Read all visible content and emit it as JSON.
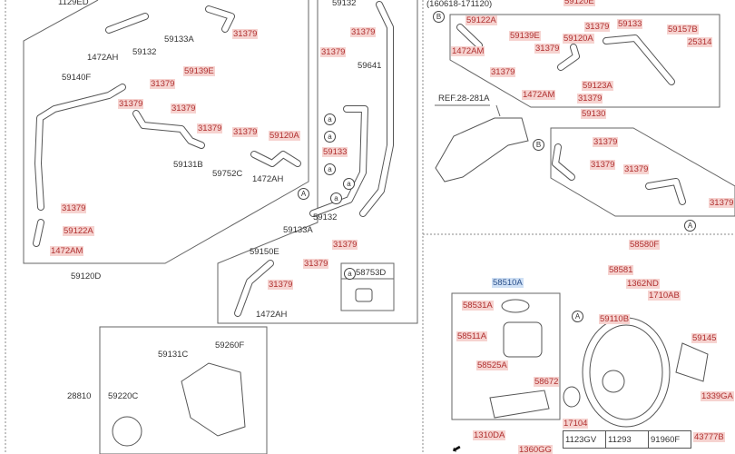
{
  "diagram": {
    "header_note": "(160618-171120)",
    "reference": "REF.28-281A",
    "colors": {
      "part_highlight": "#f6d3d0",
      "part_text": "#b03030",
      "selected_highlight": "#cfe0f5",
      "line": "#555555"
    },
    "labels": [
      {
        "text": "1129ED",
        "style": "gray"
      },
      {
        "text": "1472AH",
        "style": "gray"
      },
      {
        "text": "59133A",
        "style": "gray"
      },
      {
        "text": "31379",
        "style": "red"
      },
      {
        "text": "59132",
        "style": "gray"
      },
      {
        "text": "59139E",
        "style": "red"
      },
      {
        "text": "31379",
        "style": "red"
      },
      {
        "text": "59140F",
        "style": "gray"
      },
      {
        "text": "31379",
        "style": "red"
      },
      {
        "text": "31379",
        "style": "red"
      },
      {
        "text": "31379",
        "style": "red"
      },
      {
        "text": "31379",
        "style": "red"
      },
      {
        "text": "59120A",
        "style": "red"
      },
      {
        "text": "59131B",
        "style": "gray"
      },
      {
        "text": "59752C",
        "style": "gray"
      },
      {
        "text": "1472AH",
        "style": "gray"
      },
      {
        "text": "31379",
        "style": "red"
      },
      {
        "text": "59122A",
        "style": "red"
      },
      {
        "text": "1472AM",
        "style": "red"
      },
      {
        "text": "59120D",
        "style": "gray"
      },
      {
        "text": "59132",
        "style": "gray"
      },
      {
        "text": "31379",
        "style": "red"
      },
      {
        "text": "31379",
        "style": "red"
      },
      {
        "text": "59641",
        "style": "gray"
      },
      {
        "text": "59133",
        "style": "red"
      },
      {
        "text": "59132",
        "style": "gray"
      },
      {
        "text": "59133A",
        "style": "gray"
      },
      {
        "text": "31379",
        "style": "red"
      },
      {
        "text": "59150E",
        "style": "gray"
      },
      {
        "text": "31379",
        "style": "red"
      },
      {
        "text": "31379",
        "style": "red"
      },
      {
        "text": "58753D",
        "style": "gray"
      },
      {
        "text": "1472AH",
        "style": "gray"
      },
      {
        "text": "59131C",
        "style": "gray"
      },
      {
        "text": "59260F",
        "style": "gray"
      },
      {
        "text": "28810",
        "style": "gray"
      },
      {
        "text": "59220C",
        "style": "gray"
      },
      {
        "text": "59120E",
        "style": "red"
      },
      {
        "text": "59122A",
        "style": "red"
      },
      {
        "text": "59139E",
        "style": "red"
      },
      {
        "text": "31379",
        "style": "red"
      },
      {
        "text": "59120A",
        "style": "red"
      },
      {
        "text": "31379",
        "style": "red"
      },
      {
        "text": "59133",
        "style": "red"
      },
      {
        "text": "59157B",
        "style": "red"
      },
      {
        "text": "25314",
        "style": "red"
      },
      {
        "text": "1472AM",
        "style": "red"
      },
      {
        "text": "31379",
        "style": "red"
      },
      {
        "text": "59123A",
        "style": "red"
      },
      {
        "text": "1472AM",
        "style": "red"
      },
      {
        "text": "31379",
        "style": "red"
      },
      {
        "text": "59130",
        "style": "red"
      },
      {
        "text": "31379",
        "style": "red"
      },
      {
        "text": "31379",
        "style": "red"
      },
      {
        "text": "31379",
        "style": "red"
      },
      {
        "text": "31379",
        "style": "red"
      },
      {
        "text": "58580F",
        "style": "red"
      },
      {
        "text": "58581",
        "style": "red"
      },
      {
        "text": "1362ND",
        "style": "red"
      },
      {
        "text": "1710AB",
        "style": "red"
      },
      {
        "text": "58510A",
        "style": "blue"
      },
      {
        "text": "58531A",
        "style": "red"
      },
      {
        "text": "59110B",
        "style": "red"
      },
      {
        "text": "59145",
        "style": "red"
      },
      {
        "text": "58511A",
        "style": "red"
      },
      {
        "text": "58525A",
        "style": "red"
      },
      {
        "text": "58672",
        "style": "red"
      },
      {
        "text": "1339GA",
        "style": "red"
      },
      {
        "text": "17104",
        "style": "red"
      },
      {
        "text": "1310DA",
        "style": "red"
      },
      {
        "text": "43777B",
        "style": "red"
      },
      {
        "text": "1360GG",
        "style": "red"
      }
    ],
    "markers": [
      "A",
      "A",
      "A",
      "B",
      "B",
      "a",
      "a",
      "a",
      "a",
      "a",
      "a"
    ],
    "table": {
      "row": [
        "1123GV",
        "11293",
        "91960F"
      ]
    }
  }
}
